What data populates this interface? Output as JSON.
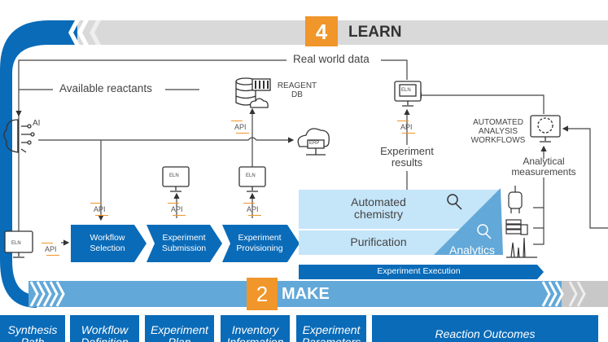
{
  "learn": {
    "number": "4",
    "label": "LEARN"
  },
  "make": {
    "number": "2",
    "label": "MAKE"
  },
  "labels": {
    "real_world_data": "Real world data",
    "available_reactants": "Available reactants",
    "ai": "AI",
    "reagent_db_line1": "REAGENT",
    "reagent_db_line2": "DB",
    "erp": "ERP",
    "eln": "ELN",
    "api": "API",
    "experiment_results_line1": "Experiment",
    "experiment_results_line2": "results",
    "automated_analysis_line1": "AUTOMATED",
    "automated_analysis_line2": "ANALYSIS",
    "automated_analysis_line3": "WORKFLOWS",
    "analytical_line1": "Analytical",
    "analytical_line2": "measurements"
  },
  "steps": [
    {
      "line1": "Workflow",
      "line2": "Selection"
    },
    {
      "line1": "Experiment",
      "line2": "Submission"
    },
    {
      "line1": "Experiment",
      "line2": "Provisioning"
    }
  ],
  "execution": {
    "automated_chemistry_1": "Automated",
    "automated_chemistry_2": "chemistry",
    "purification": "Purification",
    "analytics": "Analytics",
    "experiment_execution": "Experiment Execution"
  },
  "outputs": [
    {
      "line1": "Synthesis",
      "line2": "Path"
    },
    {
      "line1": "Workflow",
      "line2": "Definition"
    },
    {
      "line1": "Experiment",
      "line2": "Plan"
    },
    {
      "line1": "Inventory",
      "line2": "Information"
    },
    {
      "line1": "Experiment",
      "line2": "Parameters"
    },
    {
      "line1": "Reaction Outcomes",
      "line2": ""
    }
  ],
  "colors": {
    "blue": "#0a6bb8",
    "light_blue": "#62a8d8",
    "pale_blue": "#c5e5f9",
    "orange": "#f0962a",
    "gray": "#d9d9d9"
  }
}
